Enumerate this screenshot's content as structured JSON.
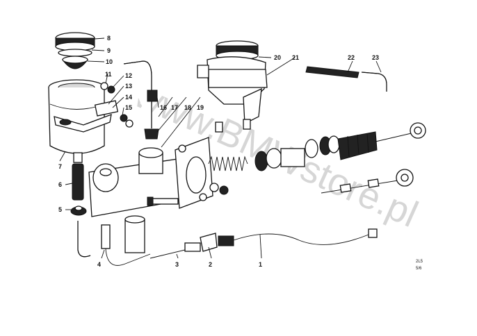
{
  "watermark": "www.BMWstore.pl",
  "diagram_code": [
    "2L5",
    "5/6"
  ],
  "callouts": [
    "1",
    "2",
    "3",
    "4",
    "5",
    "6",
    "7",
    "8",
    "9",
    "10",
    "11",
    "12",
    "13",
    "14",
    "15",
    "16",
    "17",
    "18",
    "19",
    "20",
    "21",
    "22",
    "23"
  ]
}
